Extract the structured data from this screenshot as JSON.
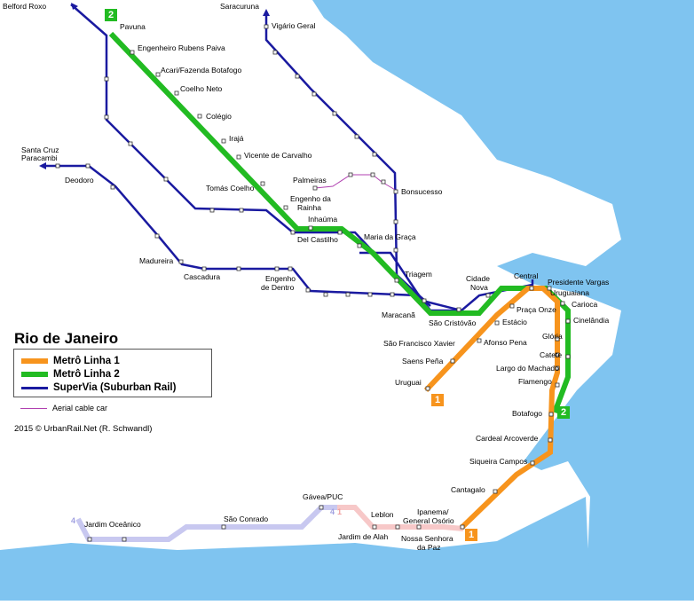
{
  "title": "Rio de Janeiro",
  "credit": "2015 © UrbanRail.Net (R. Schwandl)",
  "colors": {
    "water": "#7fc4f0",
    "line1": "#f7941d",
    "line2": "#22bb22",
    "supervia": "#1a1aa0",
    "cable": "#b040b0",
    "planned": "#c8c8f0",
    "planned_pink": "#f7c8c8"
  },
  "legend": {
    "line1": "Metrô Linha 1",
    "line2": "Metrô Linha 2",
    "supervia": "SuperVia (Suburban Rail)",
    "cable": "Aerial cable car"
  },
  "badges": {
    "line1": "1",
    "line2": "2",
    "line4": "4"
  },
  "stations": {
    "belford_roxo": "Belford Roxo",
    "pavuna": "Pavuna",
    "eng_rubens_paiva": "Engenheiro Rubens Paiva",
    "acari": "Acari/Fazenda Botafogo",
    "coelho_neto": "Coelho Neto",
    "colegio": "Colégio",
    "iraja": "Irajá",
    "vicente": "Vicente de Carvalho",
    "tomas_coelho": "Tomás Coelho",
    "eng_rainha_1": "Engenho da",
    "eng_rainha_2": "Rainha",
    "inhauma": "Inhaúma",
    "del_castilho": "Del Castilho",
    "maria_graca": "Maria da Graça",
    "triagem": "Triagem",
    "saracuruna": "Saracuruna",
    "vigario_geral": "Vigário Geral",
    "palmeiras": "Palmeiras",
    "bonsucesso": "Bonsucesso",
    "santa_cruz_1": "Santa Cruz",
    "santa_cruz_2": "Paracambi",
    "deodoro": "Deodoro",
    "madureira": "Madureira",
    "cascadura": "Cascadura",
    "eng_dentro_1": "Engenho",
    "eng_dentro_2": "de Dentro",
    "maracana": "Maracanã",
    "sao_cristovao": "São Cristóvão",
    "cidade_nova_1": "Cidade",
    "cidade_nova_2": "Nova",
    "central": "Central",
    "pres_vargas": "Presidente Vargas",
    "uruguaiana": "Uruguaiana",
    "carioca": "Carioca",
    "cinelandia": "Cinelândia",
    "praca_onze": "Praça Onze",
    "estacio": "Estácio",
    "afonso_pena": "Afonso Pena",
    "sf_xavier": "São Francisco Xavier",
    "saens_pena": "Saens Peña",
    "uruguai": "Uruguai",
    "gloria": "Glória",
    "catete": "Catete",
    "largo_machado": "Largo do Machado",
    "flamengo": "Flamengo",
    "botafogo": "Botafogo",
    "cardeal": "Cardeal Arcoverde",
    "siqueira": "Siqueira Campos",
    "cantagalo": "Cantagalo",
    "ipanema_1": "Ipanema/",
    "ipanema_2": "General Osório",
    "nsp_1": "Nossa Senhora",
    "nsp_2": "da Paz",
    "jardim_alah": "Jardim de Alah",
    "leblon": "Leblon",
    "gavea": "Gávea/PUC",
    "sao_conrado": "São Conrado",
    "jardim_oceanico": "Jardim Oceânico"
  }
}
